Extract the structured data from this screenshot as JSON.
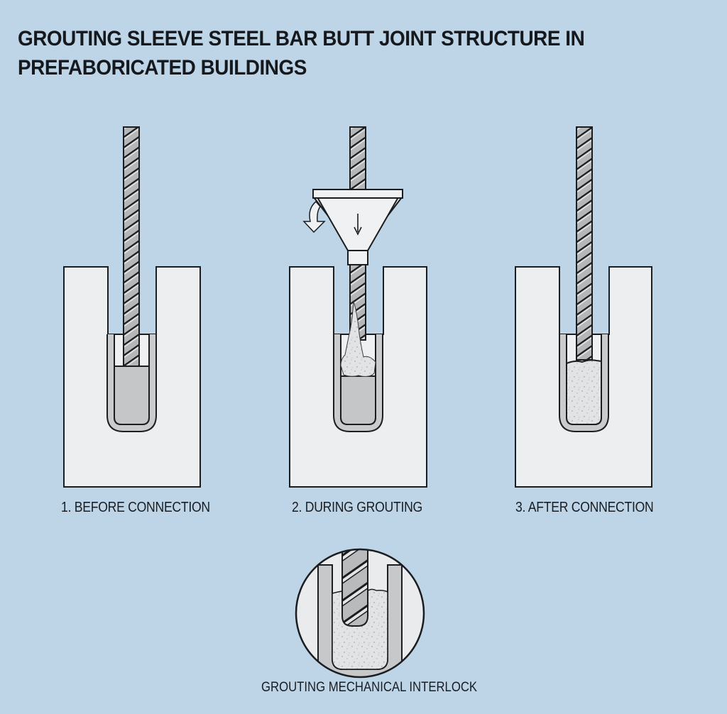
{
  "title": {
    "line1": "GROUTING SLEEVE STEEL BAR BUTT JOINT STRUCTURE IN",
    "line2": "PREFABORICATED BUILDINGS"
  },
  "stages": [
    {
      "caption": "1. BEFORE CONNECTION",
      "state": "empty-sleeve-with-grout-base"
    },
    {
      "caption": "2. DURING GROUTING",
      "state": "funnel-pouring-grout"
    },
    {
      "caption": "3. AFTER CONNECTION",
      "state": "sleeve-filled-with-grout"
    }
  ],
  "detail": {
    "caption": "GROUTING MECHANICAL INTERLOCK"
  },
  "icons": [
    "rebar-icon",
    "grout-sleeve-icon",
    "funnel-icon",
    "down-arrow-icon",
    "curved-arrow-icon",
    "magnifier-circle-icon"
  ],
  "colors": {
    "background": "#bdd5e7",
    "concrete": "#eceef0",
    "sleeve": "#c9cbcd",
    "grout_base": "#c4c6c8",
    "grout": "#e3e4e5",
    "rebar": "#a9abad",
    "outline": "#1b1d20"
  }
}
